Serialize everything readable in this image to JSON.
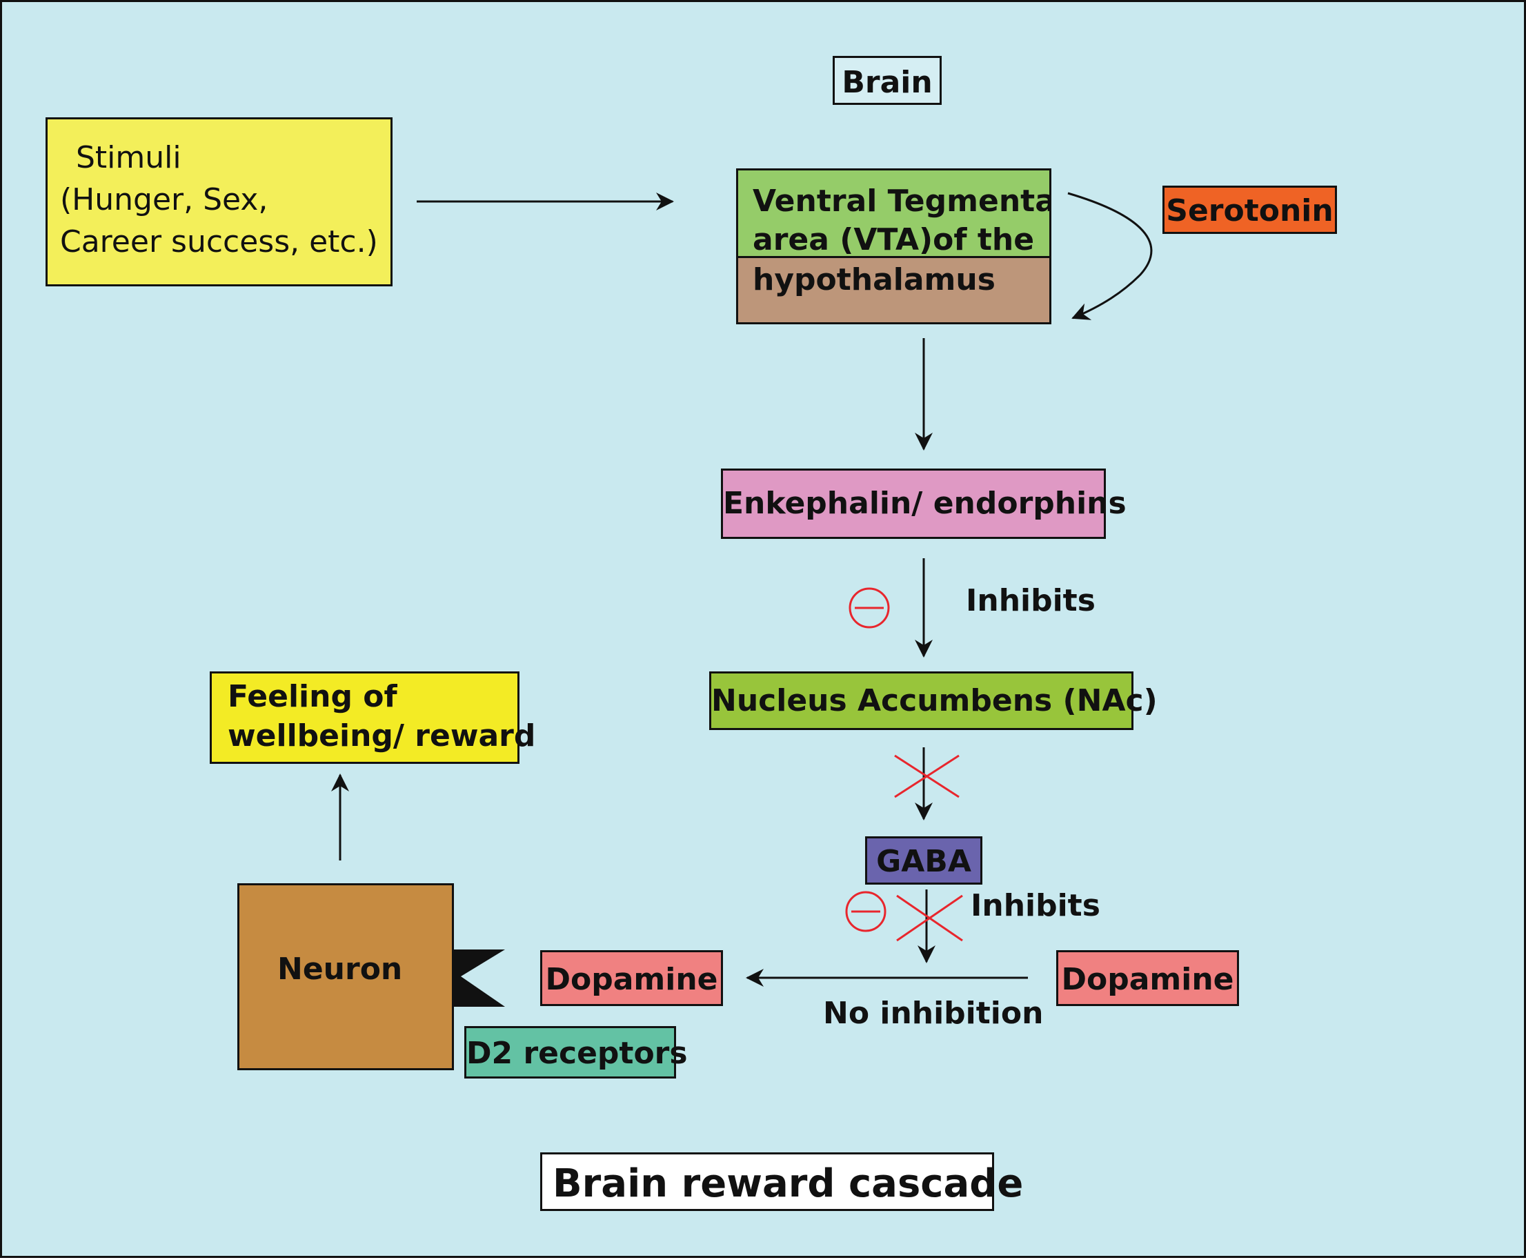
{
  "header": {
    "brain_label": "Brain"
  },
  "nodes": {
    "stimuli": {
      "lines": [
        "Stimuli",
        "(Hunger, Sex,",
        "Career success, etc.)"
      ],
      "color": "#f3ef5a"
    },
    "vta": {
      "lines": [
        "Ventral Tegmental",
        "area (VTA)of the",
        "hypothalamus"
      ],
      "top_color": "#95cc69",
      "bottom_color": "#bd967a"
    },
    "serotonin": {
      "label": "Serotonin",
      "color": "#ef6325"
    },
    "enkephalin": {
      "label": "Enkephalin/ endorphins",
      "color": "#df99c4"
    },
    "nac": {
      "label": "Nucleus Accumbens (NAc)",
      "color": "#98c53b"
    },
    "gaba": {
      "label": "GABA",
      "color": "#6a64ad"
    },
    "dopamine_right": {
      "label": "Dopamine",
      "color": "#f08181"
    },
    "dopamine_left": {
      "label": "Dopamine",
      "color": "#f08181"
    },
    "neuron": {
      "label": "Neuron",
      "color": "#c68b41"
    },
    "d2": {
      "label": "D2 receptors",
      "color": "#63c2a4"
    },
    "feeling": {
      "lines": [
        "Feeling of",
        "wellbeing/ reward"
      ],
      "color": "#f3eb25"
    }
  },
  "edge_labels": {
    "inhibits_1": "Inhibits",
    "inhibits_2": "Inhibits",
    "no_inhibition": "No inhibition"
  },
  "footer": {
    "caption": "Brain reward cascade"
  },
  "colors": {
    "background": "#c9e9ef",
    "inhibit_mark": "#e8262d",
    "line": "#111111"
  }
}
